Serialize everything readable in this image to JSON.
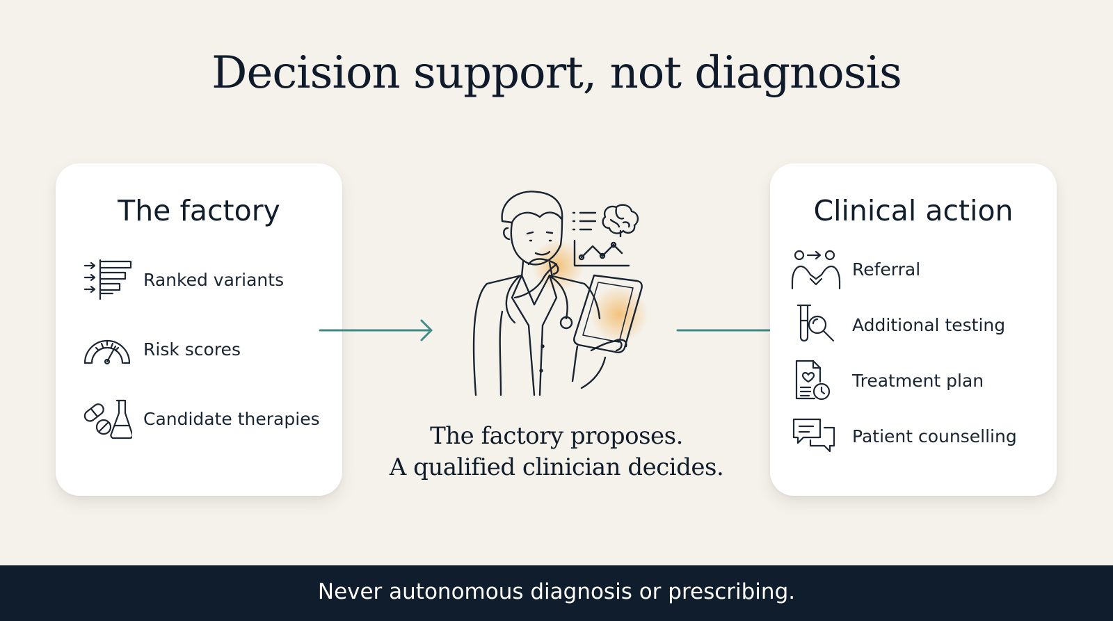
{
  "title": "Decision support, not diagnosis",
  "left_card": {
    "title": "The factory",
    "items": [
      {
        "label": "Ranked variants",
        "icon": "ranked-list-icon"
      },
      {
        "label": "Risk scores",
        "icon": "gauge-icon"
      },
      {
        "label": "Candidate therapies",
        "icon": "pills-flask-icon"
      }
    ]
  },
  "right_card": {
    "title": "Clinical action",
    "items": [
      {
        "label": "Referral",
        "icon": "referral-people-icon"
      },
      {
        "label": "Additional testing",
        "icon": "test-tube-magnifier-icon"
      },
      {
        "label": "Treatment plan",
        "icon": "document-clock-icon"
      },
      {
        "label": "Patient counselling",
        "icon": "speech-bubbles-icon"
      }
    ]
  },
  "center": {
    "illustration": "clinician-with-tablet-icon",
    "caption_line1": "The factory proposes.",
    "caption_line2": "A qualified clinician decides."
  },
  "footer": {
    "text": "Never autonomous diagnosis or prescribing."
  },
  "colors": {
    "background": "#f5f2ec",
    "card": "#ffffff",
    "arrow": "#3e8a86",
    "highlight": "#f2b35a",
    "footer": "#0f1d2c",
    "ink": "#14202d"
  }
}
